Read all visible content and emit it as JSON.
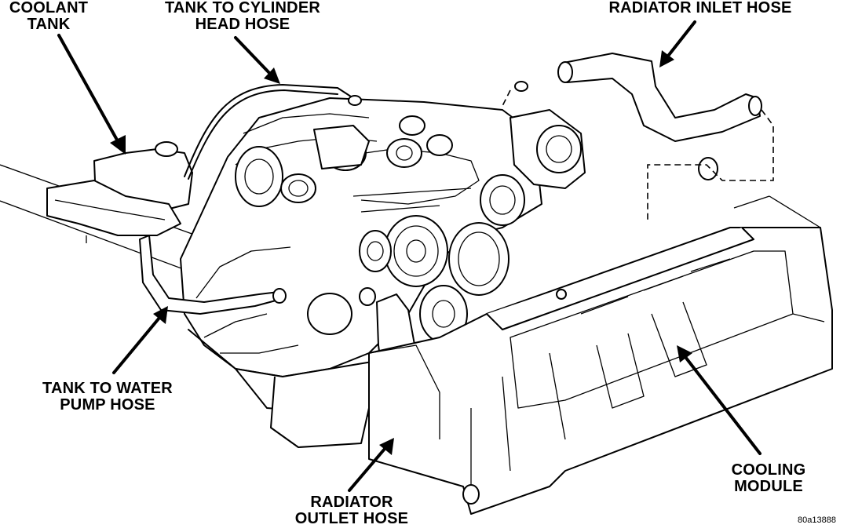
{
  "labels": {
    "coolant_tank": [
      "COOLANT",
      "TANK"
    ],
    "tank_to_cylinder_head_hose": [
      "TANK TO CYLINDER",
      "HEAD HOSE"
    ],
    "radiator_inlet_hose": [
      "RADIATOR INLET HOSE"
    ],
    "tank_to_water_pump_hose": [
      "TANK TO WATER",
      "PUMP HOSE"
    ],
    "radiator_outlet_hose": [
      "RADIATOR",
      "OUTLET HOSE"
    ],
    "cooling_module": [
      "COOLING",
      "MODULE"
    ]
  },
  "figure_ref": "80a13888"
}
